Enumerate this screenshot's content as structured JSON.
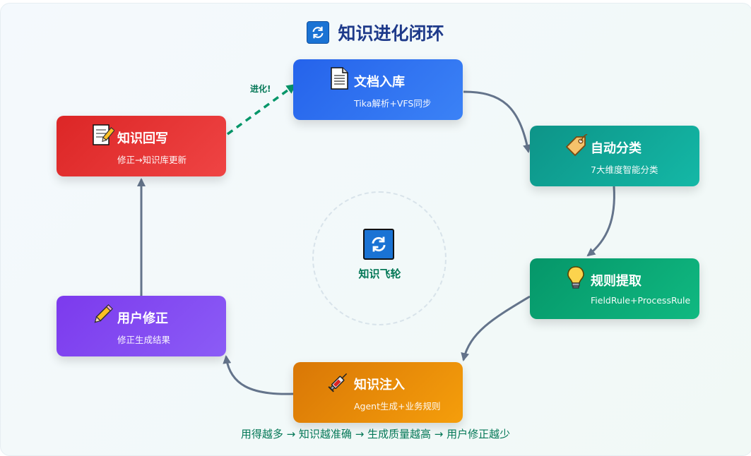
{
  "title": "知识进化闭环",
  "center": {
    "label": "知识飞轮",
    "icon": "sync-icon"
  },
  "evolve_label": "进化!",
  "footer": "用得越多 → 知识越准确 → 生成质量越高 → 用户修正越少",
  "nodes": [
    {
      "id": "doc",
      "title": "文档入库",
      "subtitle": "Tika解析+VFS同步",
      "icon": "document-icon",
      "color": "#2563eb"
    },
    {
      "id": "cls",
      "title": "自动分类",
      "subtitle": "7大维度智能分类",
      "icon": "tag-icon",
      "color": "#0d9488"
    },
    {
      "id": "rule",
      "title": "规则提取",
      "subtitle": "FieldRule+ProcessRule",
      "icon": "lightbulb-icon",
      "color": "#059669"
    },
    {
      "id": "inj",
      "title": "知识注入",
      "subtitle": "Agent生成+业务规则",
      "icon": "syringe-icon",
      "color": "#d97706"
    },
    {
      "id": "fix",
      "title": "用户修正",
      "subtitle": "修正生成结果",
      "icon": "pencil-icon",
      "color": "#7c3aed"
    },
    {
      "id": "wb",
      "title": "知识回写",
      "subtitle": "修正→知识库更新",
      "icon": "memo-icon",
      "color": "#dc2626"
    }
  ],
  "colors": {
    "arrow": "#64748b",
    "evolve_arrow": "#059669",
    "title": "#1e3a8a"
  }
}
